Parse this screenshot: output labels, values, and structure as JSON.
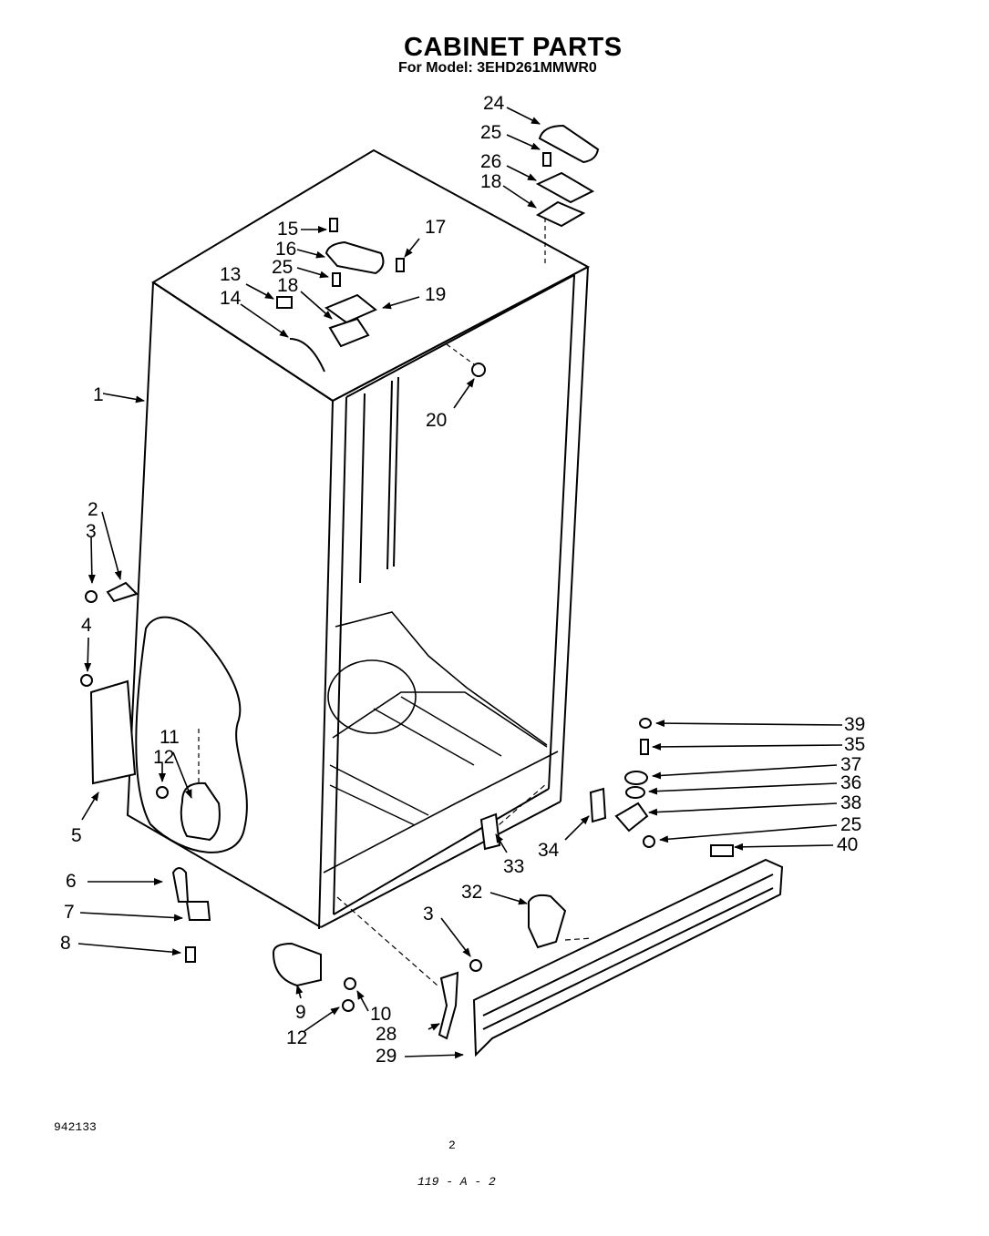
{
  "title": "CABINET PARTS",
  "subtitle": "For Model: 3EHD261MMWR0",
  "footer": {
    "drawing_number": "942133",
    "page_number": "2",
    "handwritten_code": "119 - A - 2"
  },
  "callouts": {
    "c1": "1",
    "c2": "2",
    "c3": "3",
    "c3b": "3",
    "c4": "4",
    "c5": "5",
    "c6": "6",
    "c7": "7",
    "c8": "8",
    "c9": "9",
    "c10": "10",
    "c11": "11",
    "c12": "12",
    "c12b": "12",
    "c13": "13",
    "c14": "14",
    "c15": "15",
    "c16": "16",
    "c17": "17",
    "c18": "18",
    "c18b": "18",
    "c19": "19",
    "c20": "20",
    "c24": "24",
    "c25": "25",
    "c25b": "25",
    "c25c": "25",
    "c26": "26",
    "c28": "28",
    "c29": "29",
    "c32": "32",
    "c33": "33",
    "c34": "34",
    "c35": "35",
    "c36": "36",
    "c37": "37",
    "c38": "38",
    "c39": "39",
    "c40": "40"
  }
}
